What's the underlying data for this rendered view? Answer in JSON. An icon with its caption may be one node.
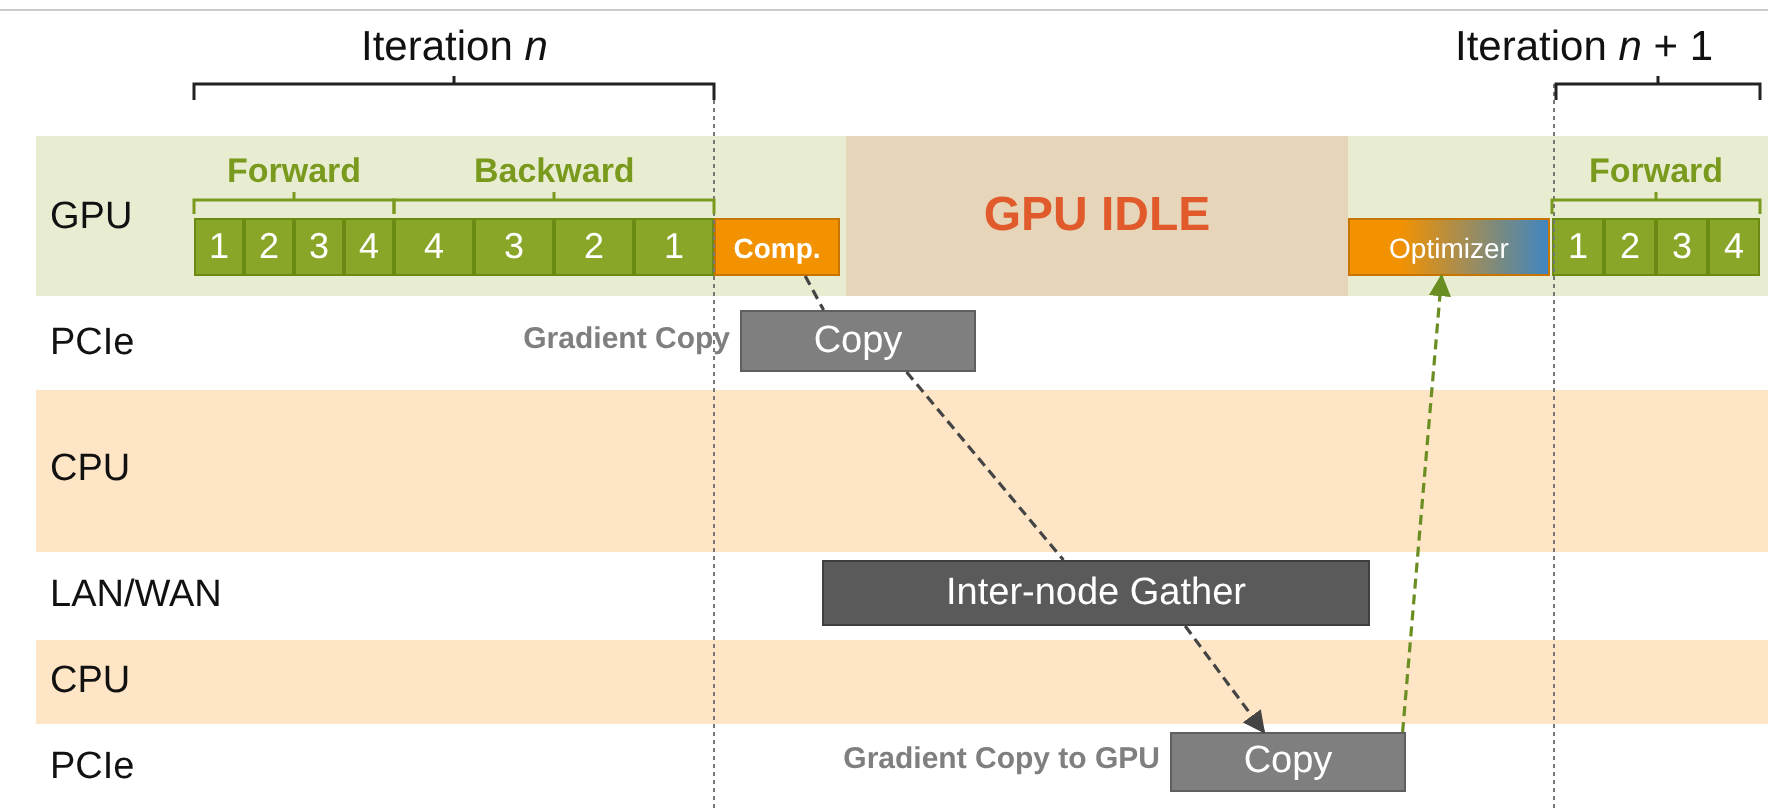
{
  "diagram": {
    "nodes": [
      {
        "text": [
          "GPU"
        ]
      },
      {
        "text": [
          "1"
        ],
        "in": 0
      },
      {
        "text": [
          "2"
        ],
        "in": 0
      },
      {
        "text": [
          "3"
        ],
        "in": 0
      },
      {
        "text": [
          "4"
        ],
        "in": 0
      },
      {
        "text": [
          "4"
        ],
        "in": 0
      },
      {
        "text": [
          "3"
        ],
        "in": 0
      },
      {
        "text": [
          "2"
        ],
        "in": 0
      },
      {
        "text": [
          "1"
        ],
        "in": 0
      },
      {
        "text": [
          "Comp."
        ],
        "in": 0
      },
      {
        "text": [
          "GPU IDLE"
        ],
        "in": 0
      },
      {
        "text": [
          "Optimizer"
        ],
        "in": 0
      },
      {
        "text": [
          "1"
        ],
        "in": 0
      },
      {
        "text": [
          "2"
        ],
        "in": 0
      },
      {
        "text": [
          "3"
        ],
        "in": 0
      },
      {
        "text": [
          "4"
        ],
        "in": 0
      },
      {
        "text": [
          "Copy"
        ],
        "beside": [
          "Gradient Copy"
        ]
      },
      {
        "text": [
          "Inter-node Gather"
        ]
      },
      {
        "text": [
          "Copy"
        ],
        "beside": [
          "Gradient Copy to GPU"
        ]
      }
    ],
    "edges": [
      {
        "from": 9,
        "to": 16,
        "arrow": "none",
        "style": "dashed"
      },
      {
        "from": 16,
        "to": 17,
        "arrow": "none",
        "style": "dashed"
      },
      {
        "from": 17,
        "to": 18,
        "arrow": "to",
        "style": "dashed"
      },
      {
        "from": 18,
        "to": 11,
        "arrow": "to",
        "style": "dashed",
        "color": "#6b8e23"
      }
    ],
    "labels": [
      "Iteration *n*",
      "Iteration *n* + 1",
      "Forward",
      "Backward",
      "Forward",
      "PCIe",
      "CPU",
      "LAN/WAN",
      "CPU",
      "PCIe"
    ]
  }
}
